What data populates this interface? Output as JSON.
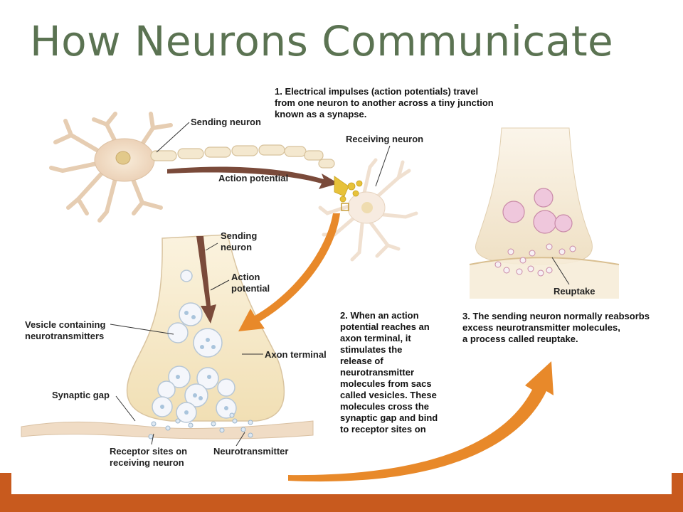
{
  "title": "How Neurons Communicate",
  "captions": {
    "step1": "1. Electrical impulses (action potentials) travel\nfrom one neuron to another across a tiny junction\nknown as a synapse.",
    "step2": "2. When an action\npotential reaches an\naxon terminal, it\nstimulates the\nrelease of\nneurotransmitter\nmolecules from sacs\ncalled vesicles. These\nmolecules cross the\nsynaptic gap and bind\nto receptor sites on",
    "step3": "3. The sending neuron normally reabsorbs\nexcess neurotransmitter molecules,\na process called reuptake."
  },
  "labels": {
    "sending_neuron": "Sending neuron",
    "receiving_neuron": "Receiving neuron",
    "action_potential": "Action potential",
    "sending_neuron_detail": "Sending\nneuron",
    "action_potential_detail": "Action\npotential",
    "vesicle": "Vesicle containing\nneurotransmitters",
    "axon_terminal": "Axon terminal",
    "synaptic_gap": "Synaptic gap",
    "receptor_sites": "Receptor sites on\nreceiving neuron",
    "neurotransmitter": "Neurotransmitter",
    "reuptake": "Reuptake"
  },
  "colors": {
    "title": "#5b7352",
    "accent_bar": "#c85a1e",
    "orange_arrow": "#e8892a",
    "brown_arrow": "#7a4a3a",
    "neuron_fill": "#f3e3cc"
  }
}
